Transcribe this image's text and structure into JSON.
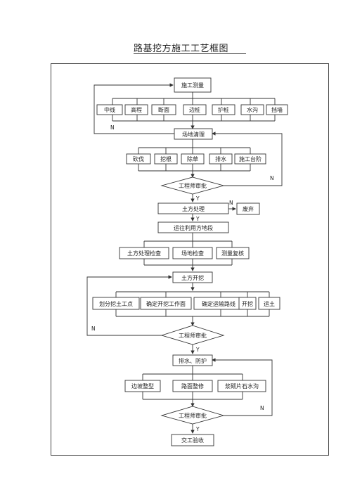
{
  "title": "路基挖方施工工艺框图",
  "steps": {
    "survey": "施工测量",
    "survey_items": [
      "中线",
      "高程",
      "断面",
      "边桩",
      "护桩",
      "水沟",
      "挡墙"
    ],
    "clearing": "场地清理",
    "clearing_items": [
      "砍伐",
      "挖根",
      "除草",
      "排水",
      "施工台阶"
    ],
    "approve1": "工程师审批",
    "earth_process": "土方处理",
    "discard": "废弃",
    "transport": "运往利用方地段",
    "check_items": [
      "土方处理检查",
      "场地检查",
      "测量复核"
    ],
    "excavation": "土方开挖",
    "excav_items": [
      "划分挖土工点",
      "确定开挖工作面",
      "确定运输路线",
      "开挖",
      "运土"
    ],
    "approve2": "工程师审批",
    "drainage": "排水、防护",
    "drain_items": [
      "边坡整型",
      "路面整修",
      "浆砌片石水沟"
    ],
    "approve3": "工程师审批",
    "acceptance": "交工验收"
  },
  "labels": {
    "yes": "Y",
    "no": "N"
  }
}
